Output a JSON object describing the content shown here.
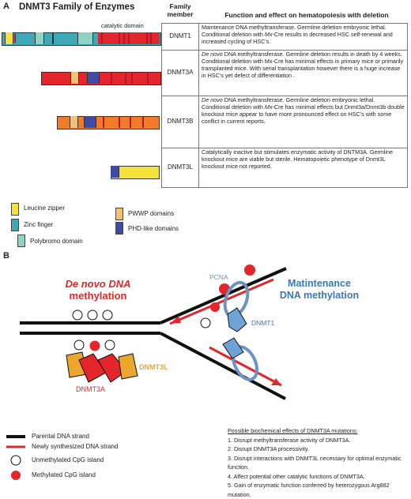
{
  "panelA": {
    "letter": "A",
    "title": "DNMT3 Family of Enzymes",
    "catalytic_label": "catalytic domain",
    "col_headers": {
      "member": "Family member",
      "function": "Function and effect on hematopoiesis with deletion"
    },
    "rows": [
      {
        "name": "DNMT1",
        "text": [
          {
            "t": "Maintenance DNA methyltransferase. Germline deletion embryonic lethal. Conditional deletion with ",
            "i": false
          },
          {
            "t": "Mx",
            "i": true
          },
          {
            "t": "-Cre results in decreased HSC self-renewal and increased cycling of HSC’s.",
            "i": false
          }
        ]
      },
      {
        "name": "DNMT3A",
        "text": [
          {
            "t": "De novo",
            "i": true
          },
          {
            "t": " DNA methyltransferase. Germline deletion results in death by 4 weeks. Conditional deletion with Mx-Cre has minimal effects in primary mice or primarily transplanted mice. With serial transplantation however there is a huge increase in HSC’s yet defect of differentiation .",
            "i": false
          }
        ]
      },
      {
        "name": "DNMT3B",
        "text": [
          {
            "t": "De novo",
            "i": true
          },
          {
            "t": " DNA methyltransferase. Germline deletion embryonic lethal. Conditional deletion with ",
            "i": false
          },
          {
            "t": "Mx",
            "i": true
          },
          {
            "t": "-Cre has minimal effects but Dnmt3a/Dnmt3b double knockout mice appear to have more pronounced effect on HSC’s with some conflict in current reports.",
            "i": false
          }
        ]
      },
      {
        "name": "DNMT3L",
        "text": [
          {
            "t": "Catalytically inactive but stimulates enzymatic activity of DNTM3A. Germline knockout mice are viable but sterile. Hematopoietic phenotype of Dnmt3L knockout mice not reported.",
            "i": false
          }
        ]
      }
    ],
    "legend": {
      "leucine": "Leucine zipper",
      "zinc": "Zinc finger",
      "polybromo": "Polybromo domain",
      "pwwp": "PWWP domains",
      "phd": "PHD-like domains"
    },
    "colors": {
      "teal": "#3fa7b5",
      "red": "#e2262b",
      "orange": "#f07c2a",
      "yellow": "#f5e23a",
      "pwwp": "#f2c174",
      "phd": "#3f4aa3",
      "polybromo": "#8fd3c4",
      "darkred": "#b0172a"
    }
  },
  "panelB": {
    "letter": "B",
    "denovo_title_1": "De novo DNA",
    "denovo_title_2": "methylation",
    "maint_title_1": "Matintenance",
    "maint_title_2": "DNA methylation",
    "pcna": "PCNA",
    "dnmt1": "DNMT1",
    "dnmt3l": "DNMT3L",
    "dnmt3a": "DNMT3A",
    "legend": {
      "parental": "Parental DNA strand",
      "newly": "Newly synthesized DNA strand",
      "unmethylated": "Unmethylated CpG island",
      "methylated": "Methylated CpG island"
    },
    "effects_title": "Possible biochemical effects of DNMT3A mutations:",
    "effects": [
      "1. Disrupt methyltransferase activity of DNMT3A.",
      "2. Disrupt DNMT3A processivity.",
      "3. Disrupt interactions with DNMT3L necessary for optimal enzymatic function.",
      "4. Affect potential other catalytic functions of DNMT3A.",
      "5. Gain of enzymatic function conferred by heterozygous Arg882 mutation."
    ],
    "colors": {
      "red": "#e2262b",
      "blue": "#3a78b8",
      "dnmt1": "#6fa3d8",
      "dnmt3a": "#e2262b",
      "dnmt3l": "#eaa72c",
      "pcna": "#6b93c4"
    }
  }
}
